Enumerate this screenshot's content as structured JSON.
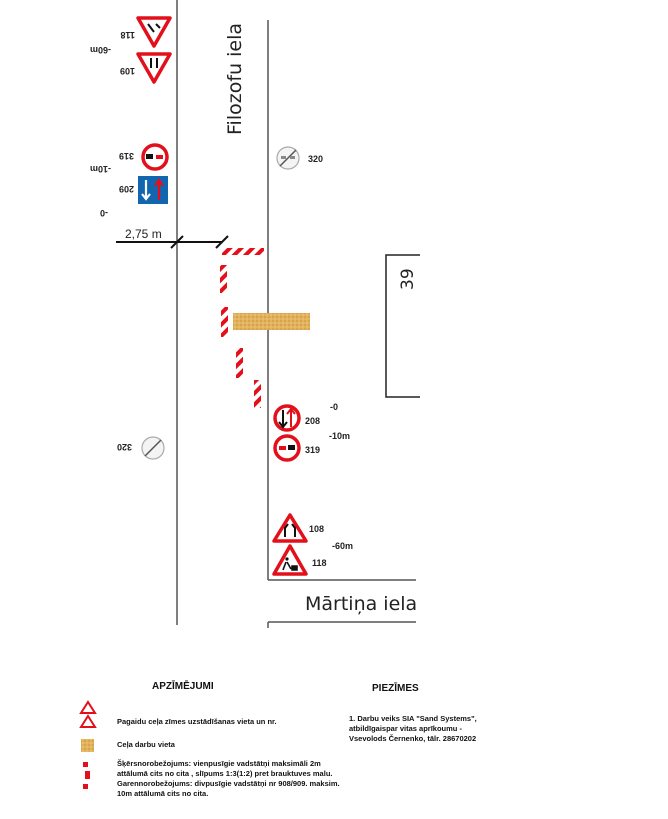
{
  "streets": {
    "vertical": "Filozofu iela",
    "horizontal": "Mārtiņa iela",
    "building_number": "39"
  },
  "dimension": "2,75 m",
  "signs_right": [
    {
      "number": "208",
      "distance": "-0"
    },
    {
      "number": "319",
      "distance": "-10m"
    },
    {
      "number": "108"
    },
    {
      "number": "118",
      "distance": "-60m"
    },
    {
      "number": "320"
    }
  ],
  "signs_left": [
    {
      "number": "118"
    },
    {
      "number": "109",
      "distance": "-60m"
    },
    {
      "number": "319",
      "distance": "-10m"
    },
    {
      "number": "209",
      "distance": "-0"
    },
    {
      "number": "320"
    }
  ],
  "legend": {
    "title": "APZĪMĒJUMI",
    "items": [
      "Pagaidu ceļa zīmes uzstādīšanas vieta un nr.",
      "Ceļa darbu vieta",
      "Šķērsnorobežojums: vienpusīgie vadstātņi maksimāli 2m attālumā cits no cita , slīpums 1:3(1:2) pret brauktuves malu. Garennorobežojums: divpusīgie vadstātņi nr 908/909. maksim. 10m attālumā cits no cita."
    ]
  },
  "notes": {
    "title": "PIEZĪMES",
    "text": "1. Darbu veiks SIA \"Sand Systems\", atbildīgaispar vitas aprīkoumu - Vsevolods Černenko, tālr. 28670202"
  },
  "colors": {
    "sign_red": "#e3101b",
    "sign_blue": "#1266b0",
    "work_zone": "#e2b35c"
  }
}
